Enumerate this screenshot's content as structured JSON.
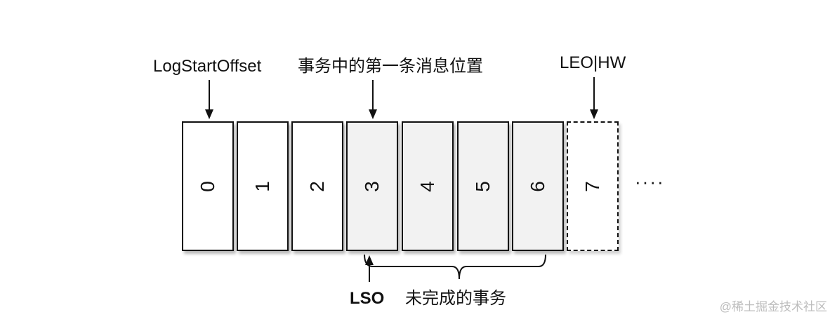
{
  "labels": {
    "log_start_offset": "LogStartOffset",
    "first_txn_msg": "事务中的第一条消息位置",
    "leo_hw": "LEO|HW",
    "lso": "LSO",
    "unfinished_txn": "未完成的事务",
    "ellipsis": "····"
  },
  "cells": [
    "0",
    "1",
    "2",
    "3",
    "4",
    "5",
    "6",
    "7"
  ],
  "watermark": "@稀土掘金技术社区",
  "colors": {
    "stroke": "#111111",
    "cell_white": "#ffffff",
    "cell_gray": "#f2f2f2"
  }
}
